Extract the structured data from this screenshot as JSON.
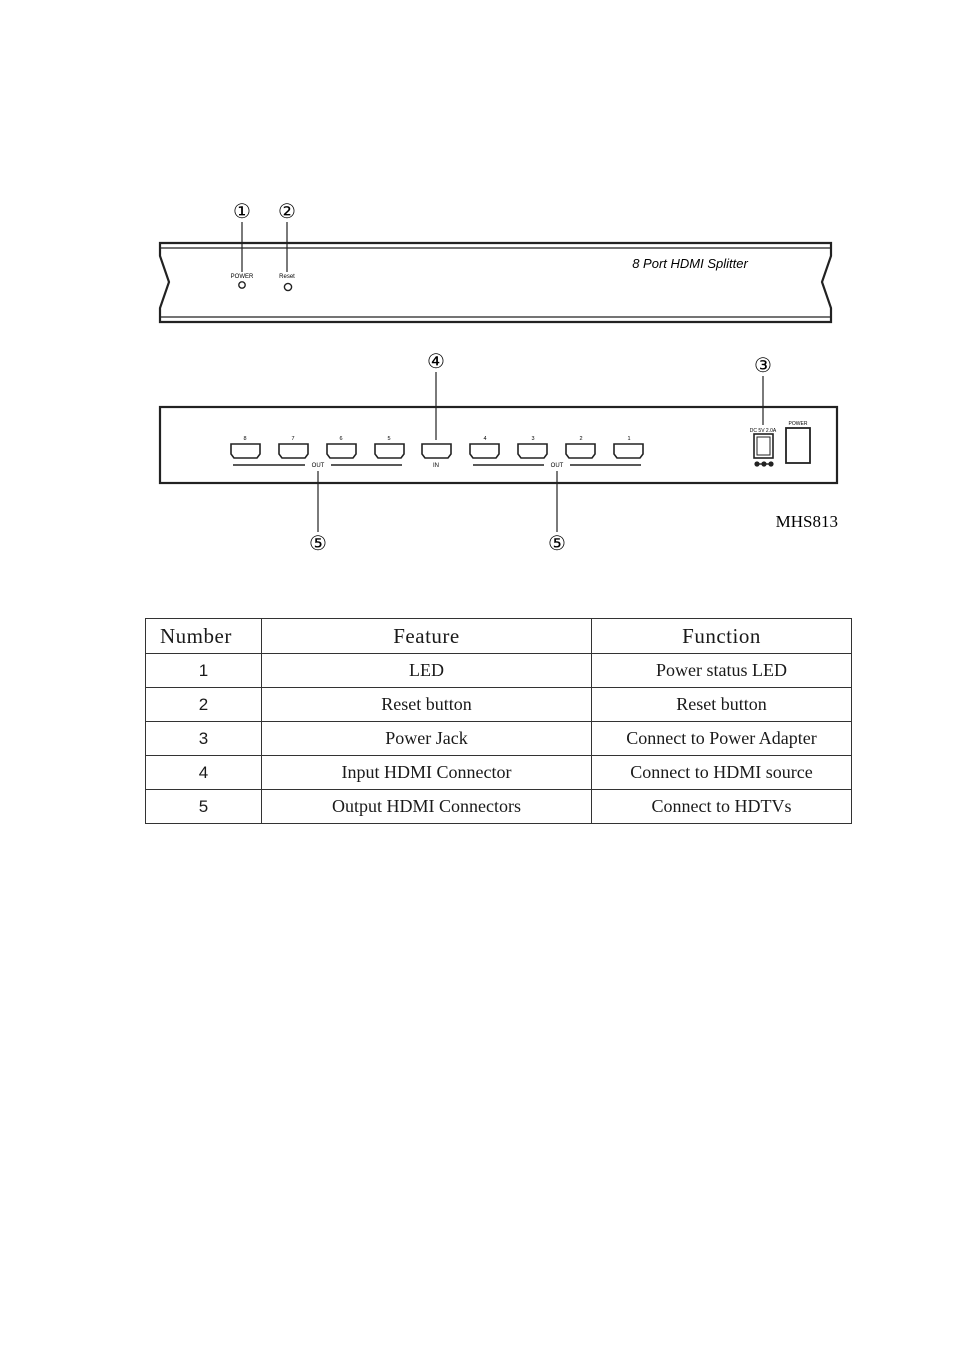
{
  "front_panel": {
    "callouts": [
      "①",
      "②"
    ],
    "power_label": "POWER",
    "reset_label": "Reset",
    "product_name": "8 Port HDMI Splitter"
  },
  "rear_panel": {
    "callouts": [
      "④",
      "③",
      "⑤",
      "⑤"
    ],
    "out_port_numbers_left": [
      "8",
      "7",
      "6",
      "5"
    ],
    "in_label": "IN",
    "out_port_numbers_right": [
      "4",
      "3",
      "2",
      "1"
    ],
    "out_label_left": "OUT",
    "out_label_right": "OUT",
    "dc_label": "DC 5V 2.0A",
    "power_label": "POWER",
    "model": "MHS813"
  },
  "table": {
    "headers": [
      "Number",
      "Feature",
      "Function"
    ],
    "rows": [
      [
        "1",
        "LED",
        "Power status LED"
      ],
      [
        "2",
        "Reset button",
        "Reset button"
      ],
      [
        "3",
        "Power Jack",
        "Connect to Power Adapter"
      ],
      [
        "4",
        "Input HDMI Connector",
        "Connect to HDMI source"
      ],
      [
        "5",
        "Output HDMI Connectors",
        "Connect to HDTVs"
      ]
    ]
  }
}
